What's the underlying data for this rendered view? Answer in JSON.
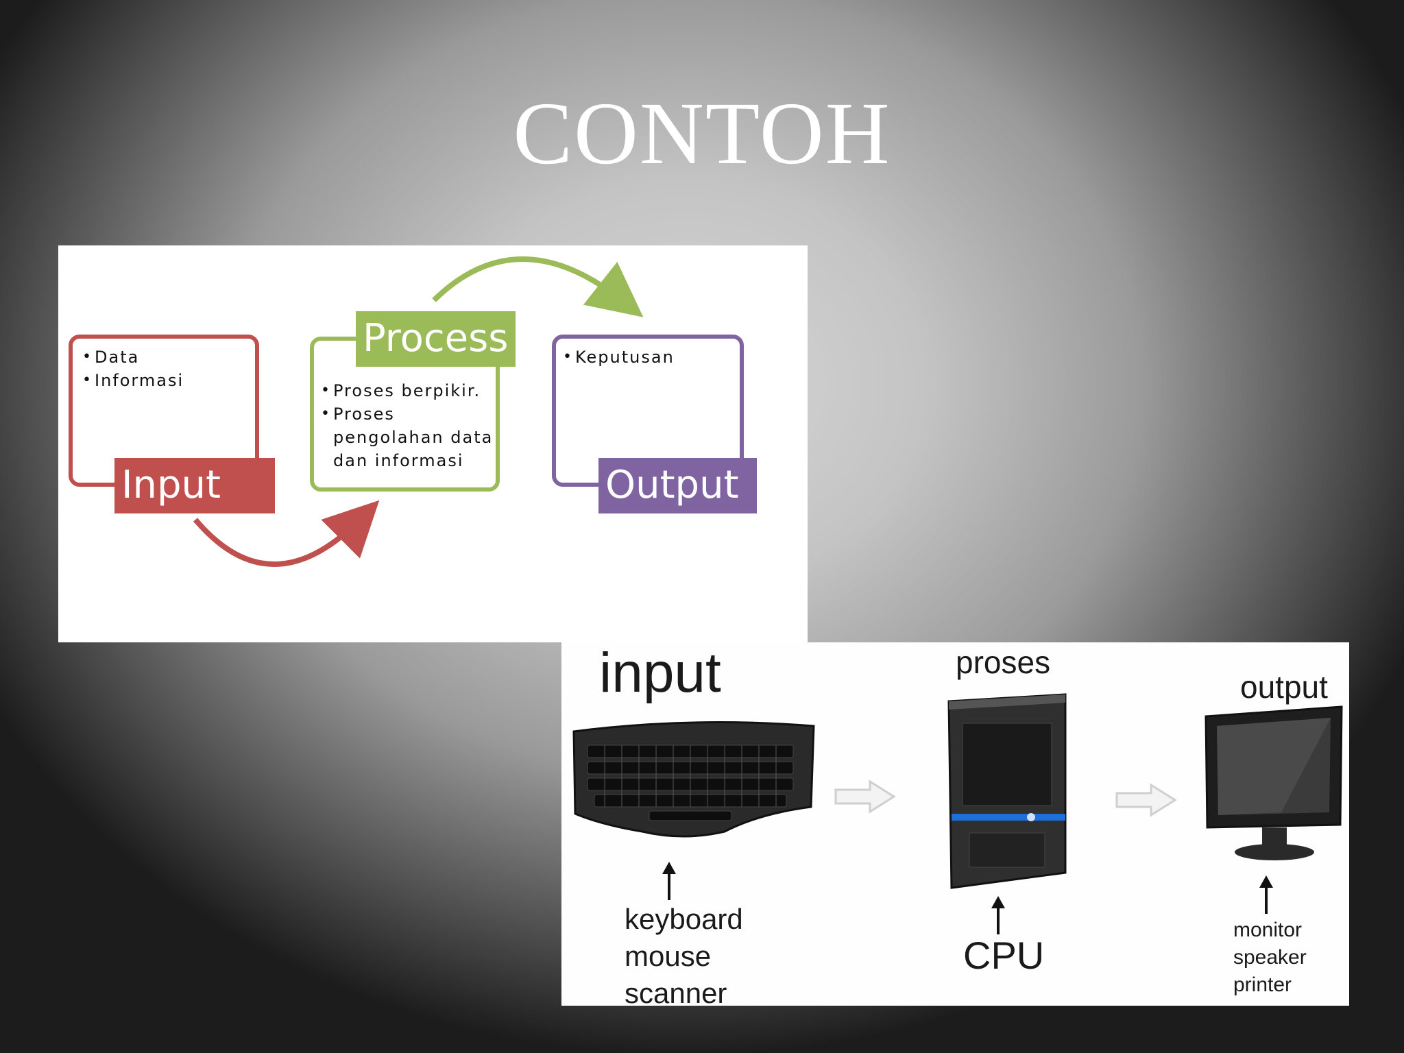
{
  "slide": {
    "title": "CONTOH"
  },
  "diagram": {
    "input": {
      "label": "Input",
      "bullets": [
        "Data",
        "Informasi"
      ]
    },
    "process": {
      "label": "Process",
      "bullets": [
        "Proses berpikir.",
        "Proses pengolahan data dan informasi"
      ]
    },
    "output": {
      "label": "Output",
      "bullets": [
        "Keputusan"
      ]
    },
    "colors": {
      "input": "#c0504d",
      "process": "#9bbb59",
      "output": "#8064a2"
    }
  },
  "photo": {
    "input_label": "input",
    "proses_label": "proses",
    "output_label": "output",
    "input_devices": [
      "keyboard",
      "mouse",
      "scanner"
    ],
    "process_device": "CPU",
    "output_devices": [
      "monitor",
      "speaker",
      "printer"
    ],
    "icons": [
      "keyboard-icon",
      "cpu-tower-icon",
      "monitor-icon"
    ]
  }
}
